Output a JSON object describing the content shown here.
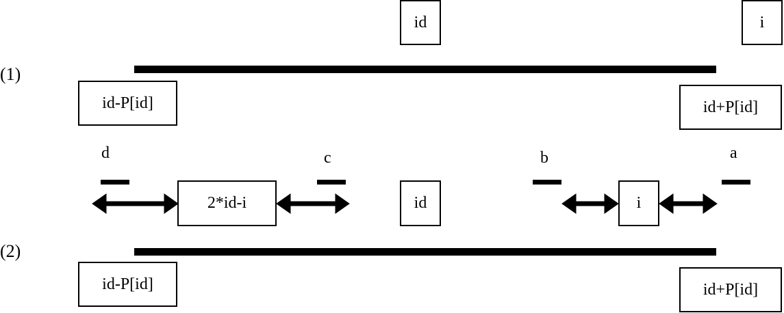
{
  "row1": {
    "label": "(1)",
    "box_id_top": "id",
    "box_i_top": "i",
    "box_left": "id-P[id]",
    "box_right": "id+P[id]"
  },
  "markers": {
    "a": "a",
    "b": "b",
    "c": "c",
    "d": "d"
  },
  "row2": {
    "label": "(2)",
    "box_mirror": "2*id-i",
    "box_id": "id",
    "box_i": "i",
    "box_left": "id-P[id]",
    "box_right": "id+P[id]"
  }
}
